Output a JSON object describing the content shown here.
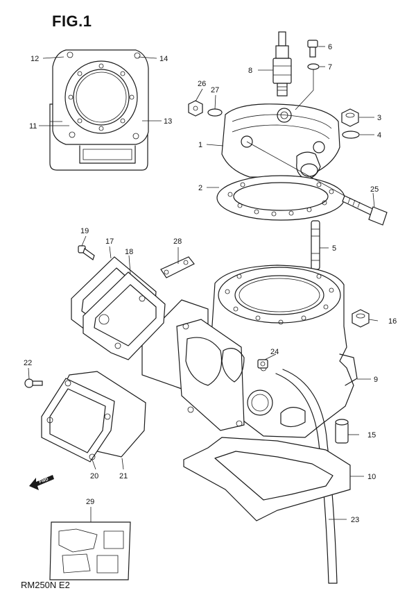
{
  "title": "FIG.1",
  "model_code": "RM250N E2",
  "fwd_label": "FWD",
  "callouts": [
    "1",
    "2",
    "3",
    "4",
    "5",
    "6",
    "7",
    "8",
    "9",
    "10",
    "11",
    "12",
    "13",
    "14",
    "15",
    "16",
    "17",
    "18",
    "19",
    "20",
    "21",
    "22",
    "23",
    "24",
    "25",
    "26",
    "27",
    "28",
    "29"
  ]
}
